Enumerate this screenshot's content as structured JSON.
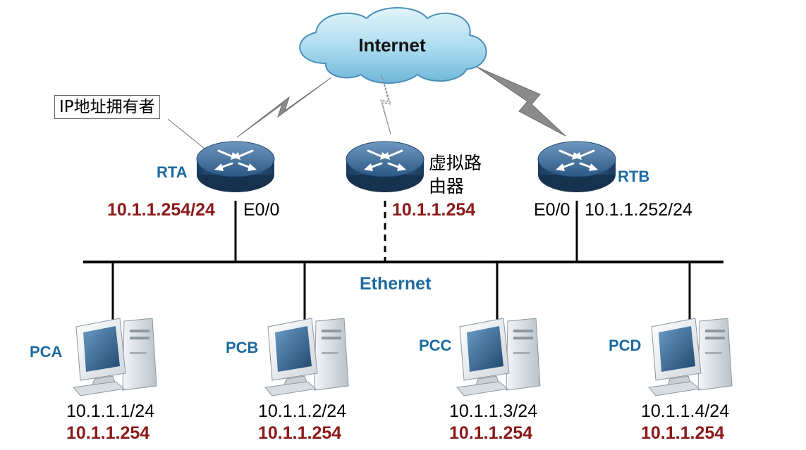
{
  "colors": {
    "device_label": "#1c6aa0",
    "gateway_ip": "#8b1a1a",
    "cloud_fill": "#9fd2e8",
    "cloud_edge": "#4a8fb8",
    "link_bolt": "#7f7f7f",
    "bus_line": "#000000",
    "router_body": "#23507a"
  },
  "cloud": {
    "label": "Internet",
    "icon": "cloud-icon"
  },
  "callout": {
    "text": "IP地址拥有者"
  },
  "routers": [
    {
      "id": "rta",
      "name": "RTA",
      "ip": "10.1.1.254/24",
      "port": "E0/0",
      "icon": "router-icon"
    },
    {
      "id": "vr",
      "name": "虚拟路由器",
      "name_lines": [
        "虚拟路",
        "由器"
      ],
      "ip": "10.1.1.254",
      "icon": "router-icon"
    },
    {
      "id": "rtb",
      "name": "RTB",
      "ip": "10.1.1.252/24",
      "port": "E0/0",
      "icon": "router-icon"
    }
  ],
  "segment": {
    "label": "Ethernet"
  },
  "pcs": [
    {
      "name": "PCA",
      "ip": "10.1.1.1/24",
      "gateway": "10.1.1.254",
      "icon": "pc-icon"
    },
    {
      "name": "PCB",
      "ip": "10.1.1.2/24",
      "gateway": "10.1.1.254",
      "icon": "pc-icon"
    },
    {
      "name": "PCC",
      "ip": "10.1.1.3/24",
      "gateway": "10.1.1.254",
      "icon": "pc-icon"
    },
    {
      "name": "PCD",
      "ip": "10.1.1.4/24",
      "gateway": "10.1.1.254",
      "icon": "pc-icon"
    }
  ]
}
